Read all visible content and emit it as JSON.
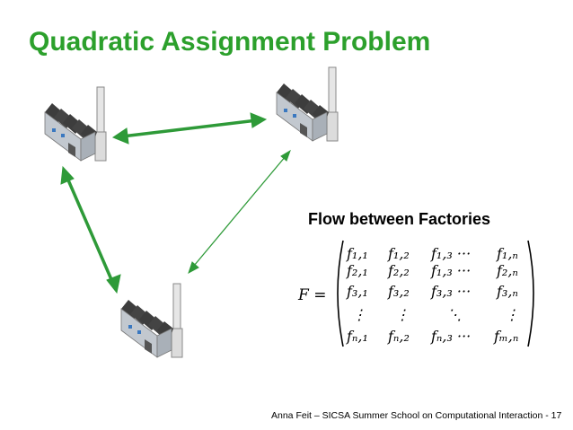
{
  "slide": {
    "title": "Quadratic Assignment Problem",
    "subtitle": "Flow between Factories",
    "footer": "Anna Feit – SICSA Summer School on Computational Interaction - 17"
  },
  "colors": {
    "title": "#2ca02c",
    "arrow": "#2e9a38",
    "roof": "#3d3d3d",
    "wall": "#c8cdd3",
    "chimney": "#e6e6e6"
  },
  "matrix": {
    "lhs": "F =",
    "rows": [
      [
        "f₁,₁",
        "f₁,₂",
        "f₁,₃ ···",
        "f₁,ₙ"
      ],
      [
        "f₂,₁",
        "f₂,₂",
        "f₁,₃ ···",
        "f₂,ₙ"
      ],
      [
        "f₃,₁",
        "f₃,₂",
        "f₃,₃ ···",
        "f₃,ₙ"
      ],
      [
        "⋮",
        "⋮",
        "⋱",
        "⋮"
      ],
      [
        "fₙ,₁",
        "fₙ,₂",
        "fₙ,₃ ···",
        "fₘ,ₙ"
      ]
    ]
  },
  "icons": {
    "factory": "factory-icon",
    "arrow": "double-arrow-icon"
  }
}
